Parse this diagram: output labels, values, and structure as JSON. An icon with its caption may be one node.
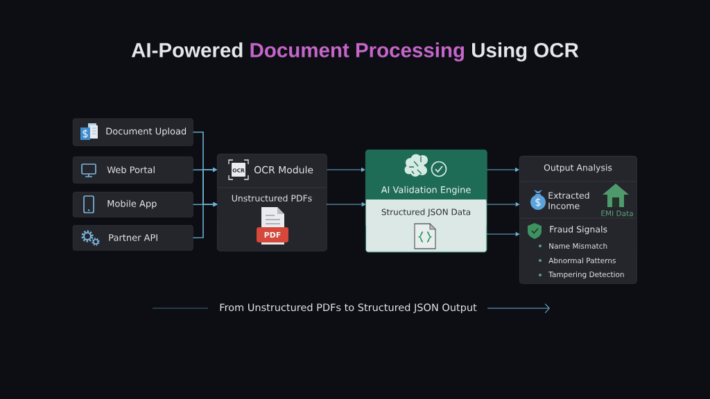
{
  "diagram": {
    "title": "AI-Powered Document Processing Using OCR",
    "nodes": [
      {
        "text": [
          "Document Upload"
        ]
      },
      {
        "text": [
          "Web Portal"
        ]
      },
      {
        "text": [
          "Mobile App"
        ]
      },
      {
        "text": [
          "Partner API"
        ]
      },
      {
        "text": [
          "OCR Module"
        ]
      },
      {
        "text": [
          "Unstructured PDFs"
        ],
        "in": 4
      },
      {
        "text": [
          "AI Validation Engine"
        ]
      },
      {
        "text": [
          "Structured JSON Data"
        ],
        "in": 6
      },
      {
        "text": [
          "Output Analysis"
        ]
      },
      {
        "text": [
          "Extracted Income",
          "EMI Data"
        ],
        "in": 8
      },
      {
        "text": [
          "Fraud Signals",
          "Name Mismatch",
          "Abnormal Patterns",
          "Tampering Detection"
        ],
        "in": 8
      }
    ],
    "edges": [
      {
        "from": 0,
        "to": 4,
        "arrow": "to"
      },
      {
        "from": 0,
        "to": 5,
        "arrow": "to"
      },
      {
        "from": 1,
        "to": 4,
        "arrow": "to"
      },
      {
        "from": 1,
        "to": 5,
        "arrow": "to"
      },
      {
        "from": 2,
        "to": 4,
        "arrow": "to"
      },
      {
        "from": 2,
        "to": 5,
        "arrow": "to"
      },
      {
        "from": 3,
        "to": 4,
        "arrow": "to"
      },
      {
        "from": 3,
        "to": 5,
        "arrow": "to"
      },
      {
        "from": 4,
        "to": 6,
        "arrow": "to"
      },
      {
        "from": 5,
        "to": 7,
        "arrow": "to"
      },
      {
        "from": 6,
        "to": 8,
        "arrow": "to"
      },
      {
        "from": 7,
        "to": 9,
        "arrow": "to"
      },
      {
        "from": 7,
        "to": 10,
        "arrow": "to"
      }
    ],
    "labels": [
      "OCR",
      "PDF",
      "From Unstructured PDFs to Structured JSON Output"
    ]
  }
}
